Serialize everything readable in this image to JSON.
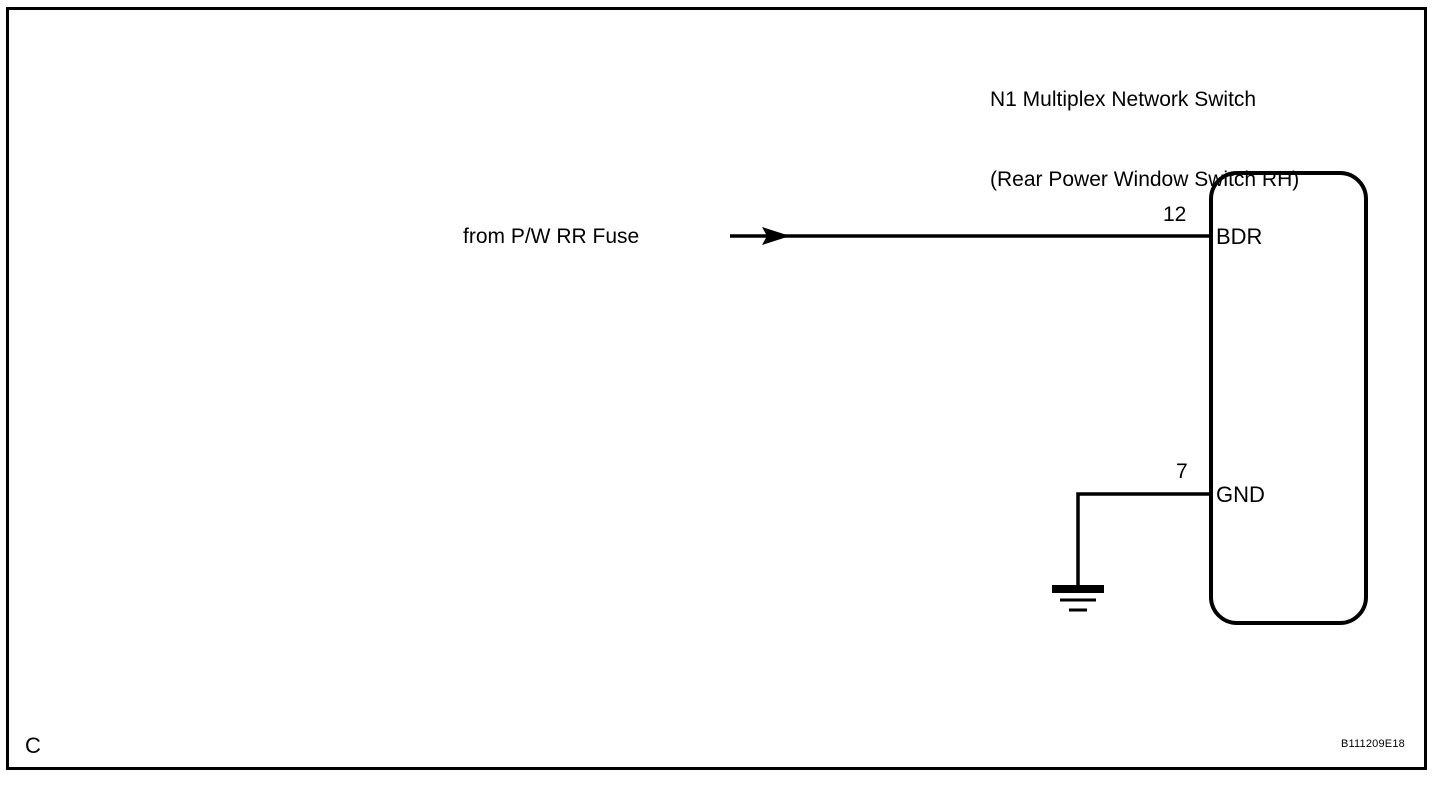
{
  "page": {
    "background_color": "#ffffff",
    "line_color": "#000000",
    "sheet_letter": "C",
    "figure_code": "B111209E18"
  },
  "device": {
    "title_line1": "N1 Multiplex Network Switch",
    "title_line2": "(Rear Power Window Switch RH)",
    "connector_shape": "rounded-rectangle"
  },
  "source": {
    "label": "from P/W RR Fuse",
    "arrow": "arrow-right-icon"
  },
  "pins": [
    {
      "number": "12",
      "name": "BDR",
      "connection": "from P/W RR Fuse"
    },
    {
      "number": "7",
      "name": "GND",
      "connection": "ground"
    }
  ],
  "ground": {
    "symbol": "ground-icon"
  }
}
